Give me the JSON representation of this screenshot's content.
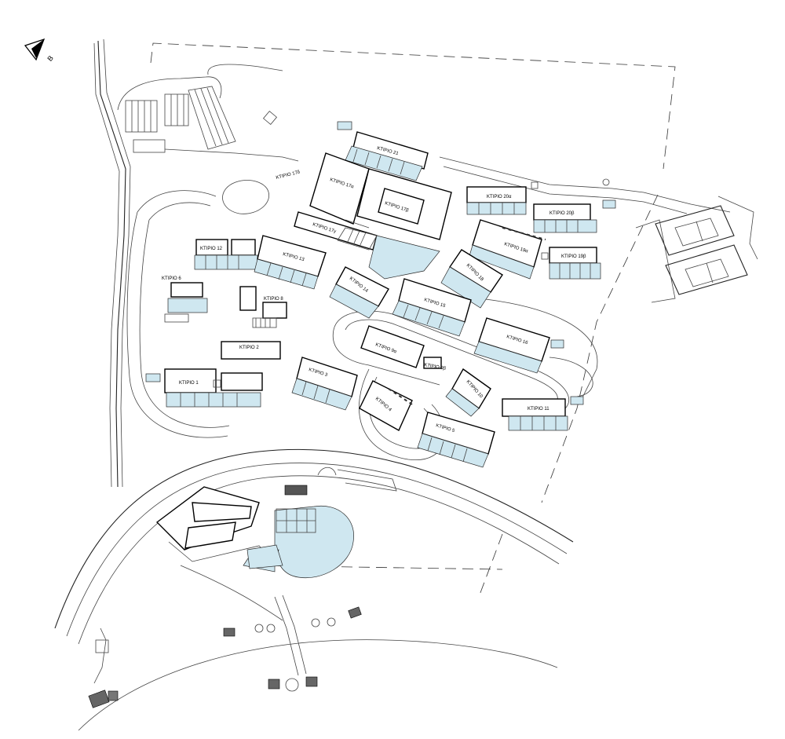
{
  "compass": {
    "letter": "B",
    "icon": "north-arrow-icon"
  },
  "colors": {
    "pool": "#cfe7f0",
    "line": "#222222",
    "background": "#ffffff"
  },
  "buildings": {
    "b1": "ΚΤΙΡΙΟ 1",
    "b2": "ΚΤΙΡΙΟ 2",
    "b3": "ΚΤΙΡΙΟ 3",
    "b4": "ΚΤΙΡΙΟ 4",
    "b5": "ΚΤΙΡΙΟ 5",
    "b6": "ΚΤΙΡΙΟ 6",
    "b8": "ΚΤΙΡΙΟ 8",
    "b9a": "ΚΤΙΡΙΟ 9α",
    "b9b": "ΚΤΙΡΙΟ 9β",
    "b10": "ΚΤΙΡΙΟ 10",
    "b11": "ΚΤΙΡΙΟ 11",
    "b12": "ΚΤΙΡΙΟ 12",
    "b13": "ΚΤΙΡΙΟ 13",
    "b14": "ΚΤΙΡΙΟ 14",
    "b15": "ΚΤΙΡΙΟ 15",
    "b16": "ΚΤΙΡΙΟ 16",
    "b17a": "ΚΤΙΡΙΟ 17α",
    "b17b": "ΚΤΙΡΙΟ 17β",
    "b17g": "ΚΤΙΡΙΟ 17γ",
    "b17d": "ΚΤΙΡΙΟ 17δ",
    "b18": "ΚΤΙΡΙΟ 18",
    "b19a": "ΚΤΙΡΙΟ 19α",
    "b19b": "ΚΤΙΡΙΟ 19β",
    "b20a": "ΚΤΙΡΙΟ 20α",
    "b20b": "ΚΤΙΡΙΟ 20β",
    "b21": "ΚΤΙΡΙΟ 21"
  }
}
